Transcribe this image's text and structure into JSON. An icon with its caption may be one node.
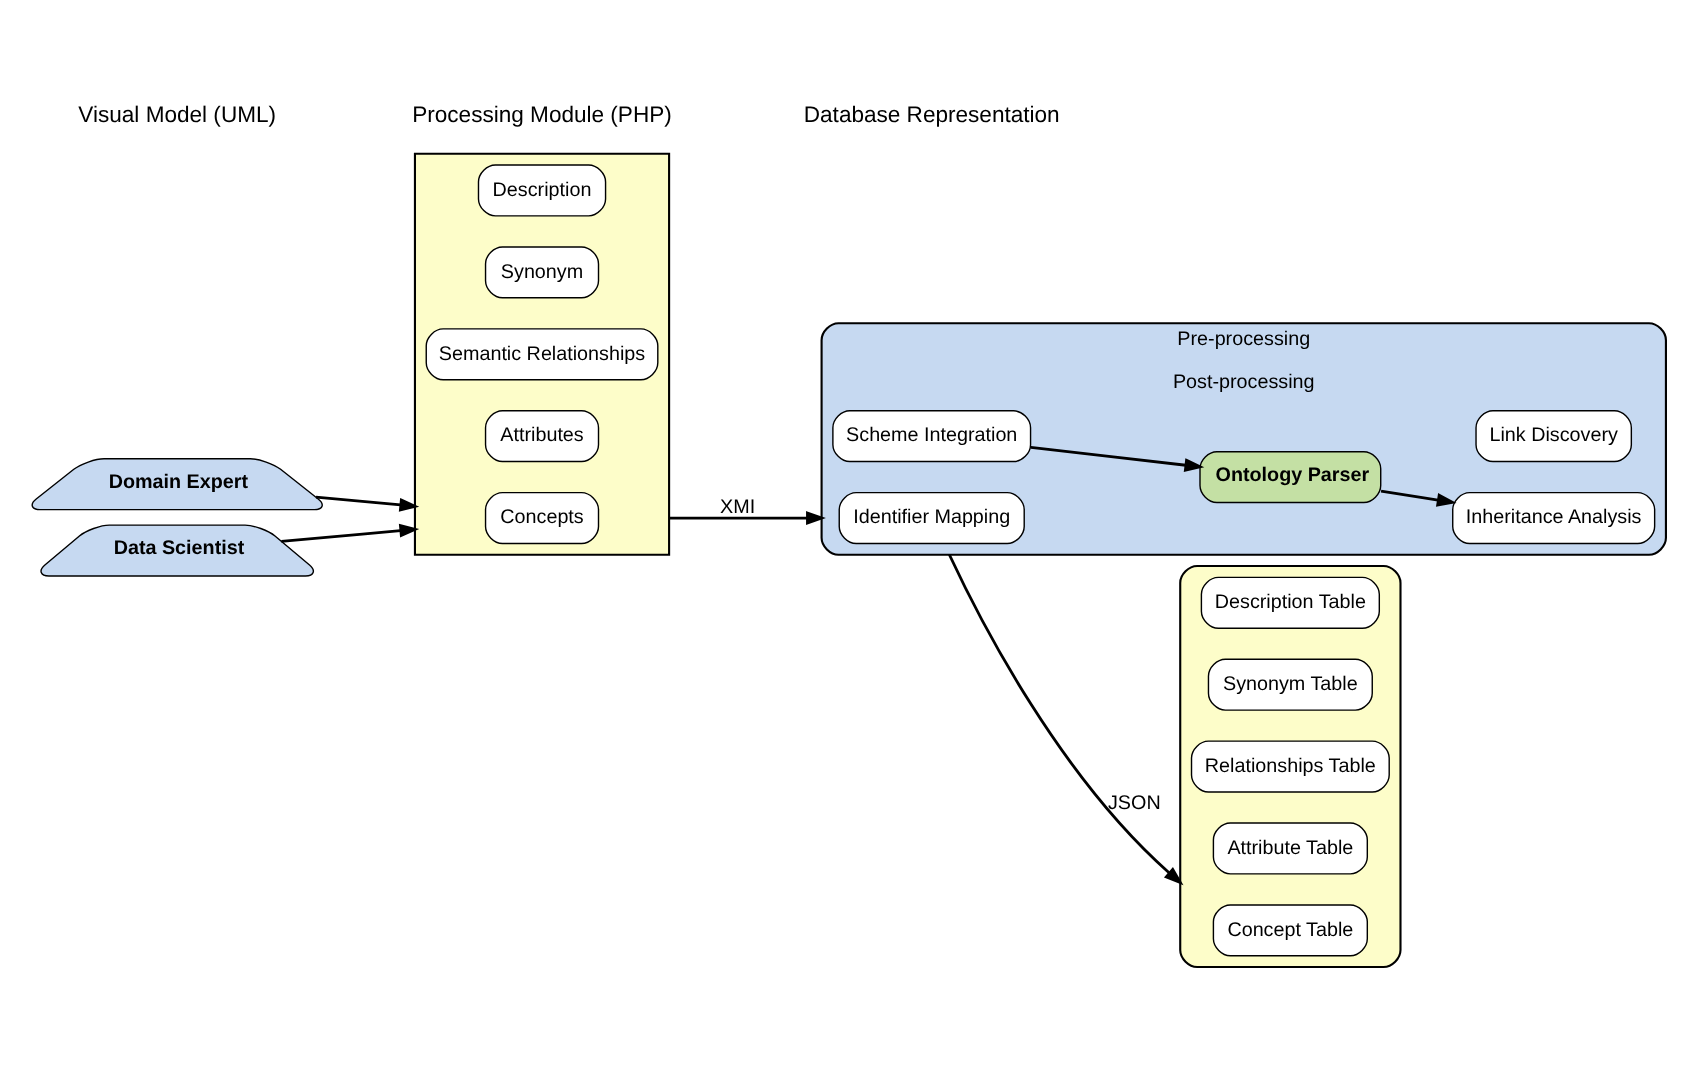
{
  "diagram": {
    "nodes": [
      {
        "text": [
          "Domain Expert"
        ]
      },
      {
        "text": [],
        "shape": "box"
      },
      {
        "text": [
          "Concepts"
        ],
        "in": 1
      },
      {
        "text": [
          "Attributes"
        ],
        "in": 1
      },
      {
        "text": [
          "Semantic Relationships"
        ],
        "in": 1
      },
      {
        "text": [
          "Synonym"
        ],
        "in": 1
      },
      {
        "text": [
          "Description"
        ],
        "in": 1
      },
      {
        "text": [
          "Data Scientist"
        ]
      },
      {
        "text": [
          "Pre-processing",
          "Post-processing"
        ]
      },
      {
        "text": [
          "Identifier Mapping"
        ],
        "in": 8
      },
      {
        "text": [
          "Scheme Integration"
        ],
        "in": 8
      },
      {
        "text": [
          "Ontology Parser"
        ],
        "in": 8
      },
      {
        "text": [
          "Inheritance Analysis"
        ],
        "in": 8
      },
      {
        "text": [
          "Link Discovery"
        ],
        "in": 8
      },
      {
        "text": [],
        "shape": "cylinder"
      },
      {
        "text": [
          "Concept Table"
        ],
        "in": 14
      },
      {
        "text": [
          "Attribute Table"
        ],
        "in": 14
      },
      {
        "text": [
          "Relationships Table"
        ],
        "in": 14
      },
      {
        "text": [
          "Synonym Table"
        ],
        "in": 14
      },
      {
        "text": [
          "Description Table"
        ],
        "in": 14
      }
    ],
    "edges": [
      {
        "from": 0,
        "to": 1,
        "arrow": "to"
      },
      {
        "from": 7,
        "to": 1,
        "arrow": "to"
      },
      {
        "from": 1,
        "to": 8,
        "arrow": "to",
        "label": "XMI"
      },
      {
        "from": 10,
        "to": 11,
        "arrow": "to"
      },
      {
        "from": 11,
        "to": 12,
        "arrow": "to"
      },
      {
        "from": 8,
        "to": 14,
        "arrow": "to",
        "label": "JSON"
      }
    ],
    "labels": [
      "Visual Model (UML)",
      "Processing Module (PHP)",
      "Database Representation"
    ]
  }
}
